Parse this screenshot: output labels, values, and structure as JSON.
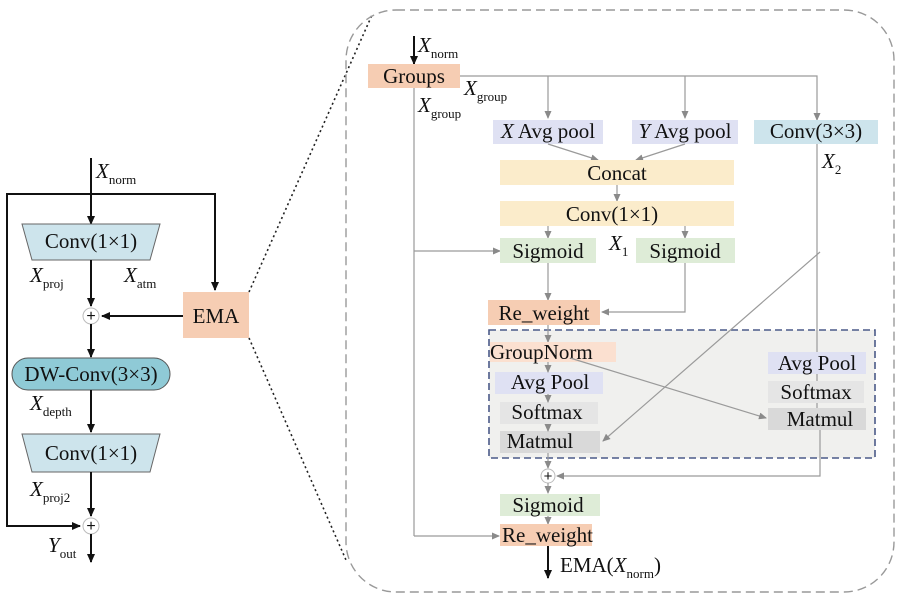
{
  "left": {
    "x_norm": {
      "base": "X",
      "sub": "norm"
    },
    "conv1": "Conv(1×1)",
    "x_proj": {
      "base": "X",
      "sub": "proj"
    },
    "x_atm": {
      "base": "X",
      "sub": "atm"
    },
    "plus": "+",
    "ema": "EMA",
    "dwconv": "DW-Conv(3×3)",
    "x_depth": {
      "base": "X",
      "sub": "depth"
    },
    "conv2": "Conv(1×1)",
    "x_proj2": {
      "base": "X",
      "sub": "proj2"
    },
    "plus2": "+",
    "y_out": {
      "base": "Y",
      "sub": "out"
    }
  },
  "right": {
    "x_norm": {
      "base": "X",
      "sub": "norm"
    },
    "groups": "Groups",
    "x_group_a": {
      "base": "X",
      "sub": "group"
    },
    "x_group_b": {
      "base": "X",
      "sub": "group"
    },
    "xavg": {
      "italic": "X",
      "text": " Avg pool"
    },
    "yavg": {
      "italic": "Y",
      "text": " Avg pool"
    },
    "conv3": "Conv(3×3)",
    "x2": {
      "base": "X",
      "sub": "2"
    },
    "concat": "Concat",
    "conv11": "Conv(1×1)",
    "sigmoid1": "Sigmoid",
    "x1": {
      "base": "X",
      "sub": "1"
    },
    "sigmoid2": "Sigmoid",
    "reweight1": "Re_weight",
    "groupnorm": "GroupNorm",
    "avgpool_l": "Avg Pool",
    "softmax_l": "Softmax",
    "matmul_l": "Matmul",
    "avgpool_r": "Avg Pool",
    "softmax_r": "Softmax",
    "matmul_r": "Matmul",
    "plus": "+",
    "sigmoid3": "Sigmoid",
    "reweight2": "Re_weight",
    "out": {
      "pre": "EMA(",
      "italic": "X",
      "sub": "norm",
      "post": ")"
    }
  },
  "colors": {
    "orange": "#f6cdb3",
    "blue_conv": "#cde4ec",
    "teal_dw": "#8fcad6",
    "lavender": "#dfe1f3",
    "yellow": "#fbeccb",
    "green": "#deecd7",
    "gray_box": "#f0f0ee",
    "gray_cell": "#e5e5e5",
    "dashed_blue": "#4b5a88"
  }
}
